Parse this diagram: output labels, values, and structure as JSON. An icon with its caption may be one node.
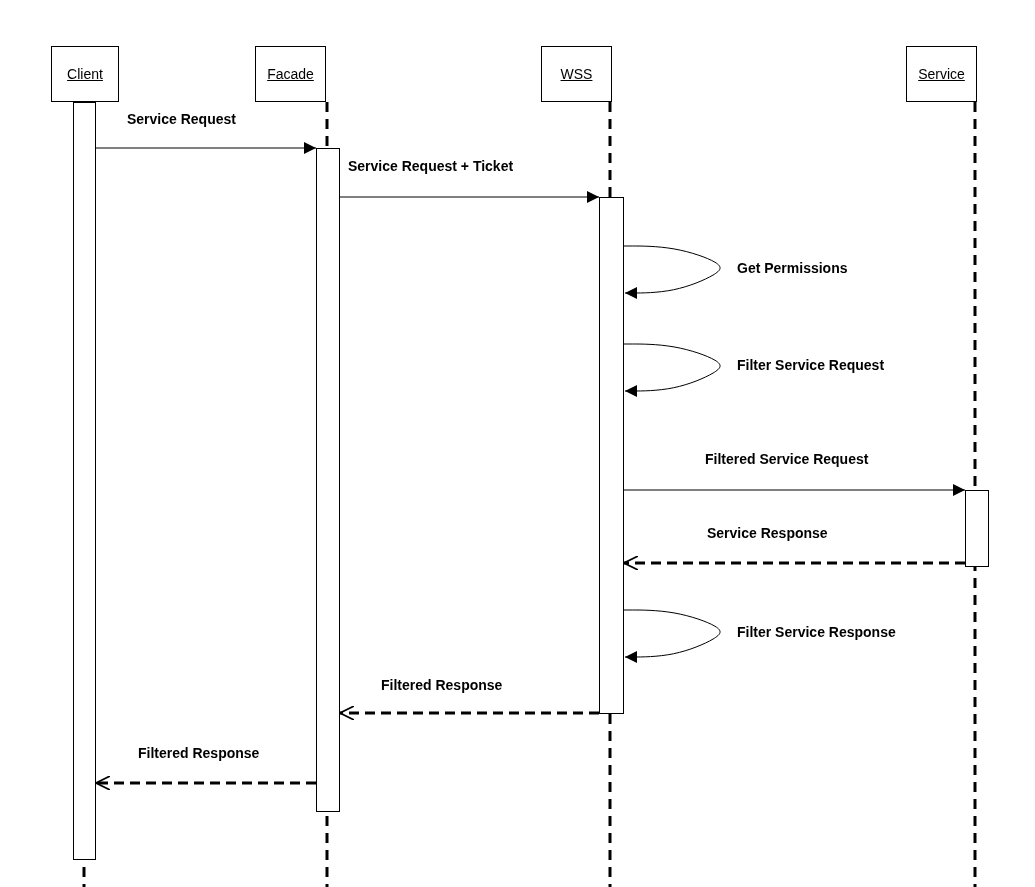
{
  "diagram": {
    "nodes": [
      {
        "text": [
          "Client"
        ]
      },
      {
        "text": [
          "Facade"
        ]
      },
      {
        "text": [
          "WSS"
        ]
      },
      {
        "text": [
          "Service"
        ]
      },
      {
        "text": [],
        "shape": "bar"
      },
      {
        "text": [],
        "shape": "bar"
      },
      {
        "text": [],
        "shape": "bar"
      },
      {
        "text": [],
        "shape": "bar"
      }
    ],
    "edges": [
      {
        "from": 4,
        "to": 5,
        "arrow": "to",
        "label": "Service Request"
      },
      {
        "from": 5,
        "to": 6,
        "arrow": "to",
        "label": "Service Request + Ticket"
      },
      {
        "from": 6,
        "to": 6,
        "arrow": "to",
        "label": "Get Permissions"
      },
      {
        "from": 6,
        "to": 6,
        "arrow": "to",
        "label": "Filter Service Request"
      },
      {
        "from": 6,
        "to": 7,
        "arrow": "to",
        "label": "Filtered Service Request"
      },
      {
        "from": 7,
        "to": 6,
        "arrow": "to",
        "label": "Service Response",
        "style": "dashed"
      },
      {
        "from": 6,
        "to": 6,
        "arrow": "to",
        "label": "Filter Service Response"
      },
      {
        "from": 6,
        "to": 5,
        "arrow": "to",
        "label": "Filtered Response",
        "style": "dashed"
      },
      {
        "from": 5,
        "to": 4,
        "arrow": "to",
        "label": "Filtered Response",
        "style": "dashed"
      }
    ]
  }
}
